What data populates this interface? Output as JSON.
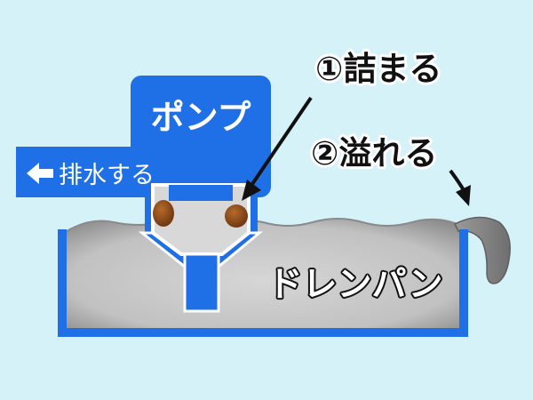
{
  "labels": {
    "pump": "ポンプ",
    "drain": "排水する",
    "drain_pan": "ドレンパン",
    "clog": "①詰まる",
    "overflow": "②溢れる"
  },
  "icons": {
    "drain_arrow": "left-arrow-icon",
    "clog_pointer": "pointer-arrow-icon",
    "overflow_pointer": "pointer-arrow-icon"
  },
  "colors": {
    "background": "#d6f2f9",
    "blue": "#1f6fe6",
    "water": "#bdbdbd",
    "water_edge": "#6f6f6f",
    "sludge": "#8b4513",
    "white": "#ffffff",
    "black": "#111111"
  }
}
